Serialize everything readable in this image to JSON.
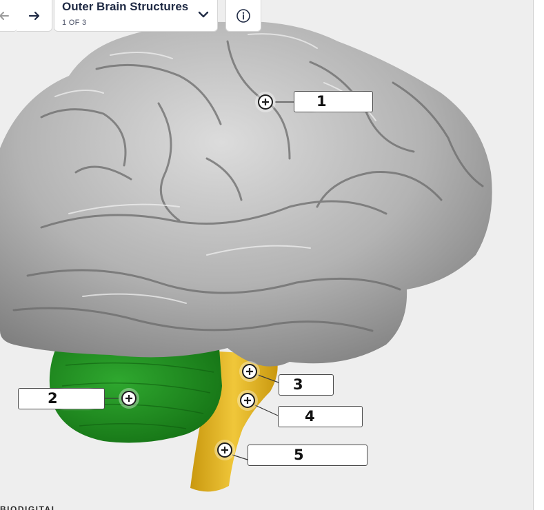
{
  "header": {
    "title": "Outer Brain Structures",
    "subtitle": "1 OF 3"
  },
  "labels": [
    {
      "id": 1,
      "text": "1"
    },
    {
      "id": 2,
      "text": "2"
    },
    {
      "id": 3,
      "text": "3"
    },
    {
      "id": 4,
      "text": "4"
    },
    {
      "id": 5,
      "text": "5"
    }
  ],
  "brand": "BIODIGITAL",
  "colors": {
    "cerebrum": "#b9b9b9",
    "cerebellum": "#1f8f1f",
    "brainstem": "#e2b41d",
    "background": "#eeeeee",
    "title_text": "#1f2a44"
  },
  "icons": {
    "back": "arrow-left-icon",
    "forward": "arrow-right-icon",
    "dropdown": "chevron-down-icon",
    "info": "info-icon",
    "hotspot": "plus-icon"
  }
}
